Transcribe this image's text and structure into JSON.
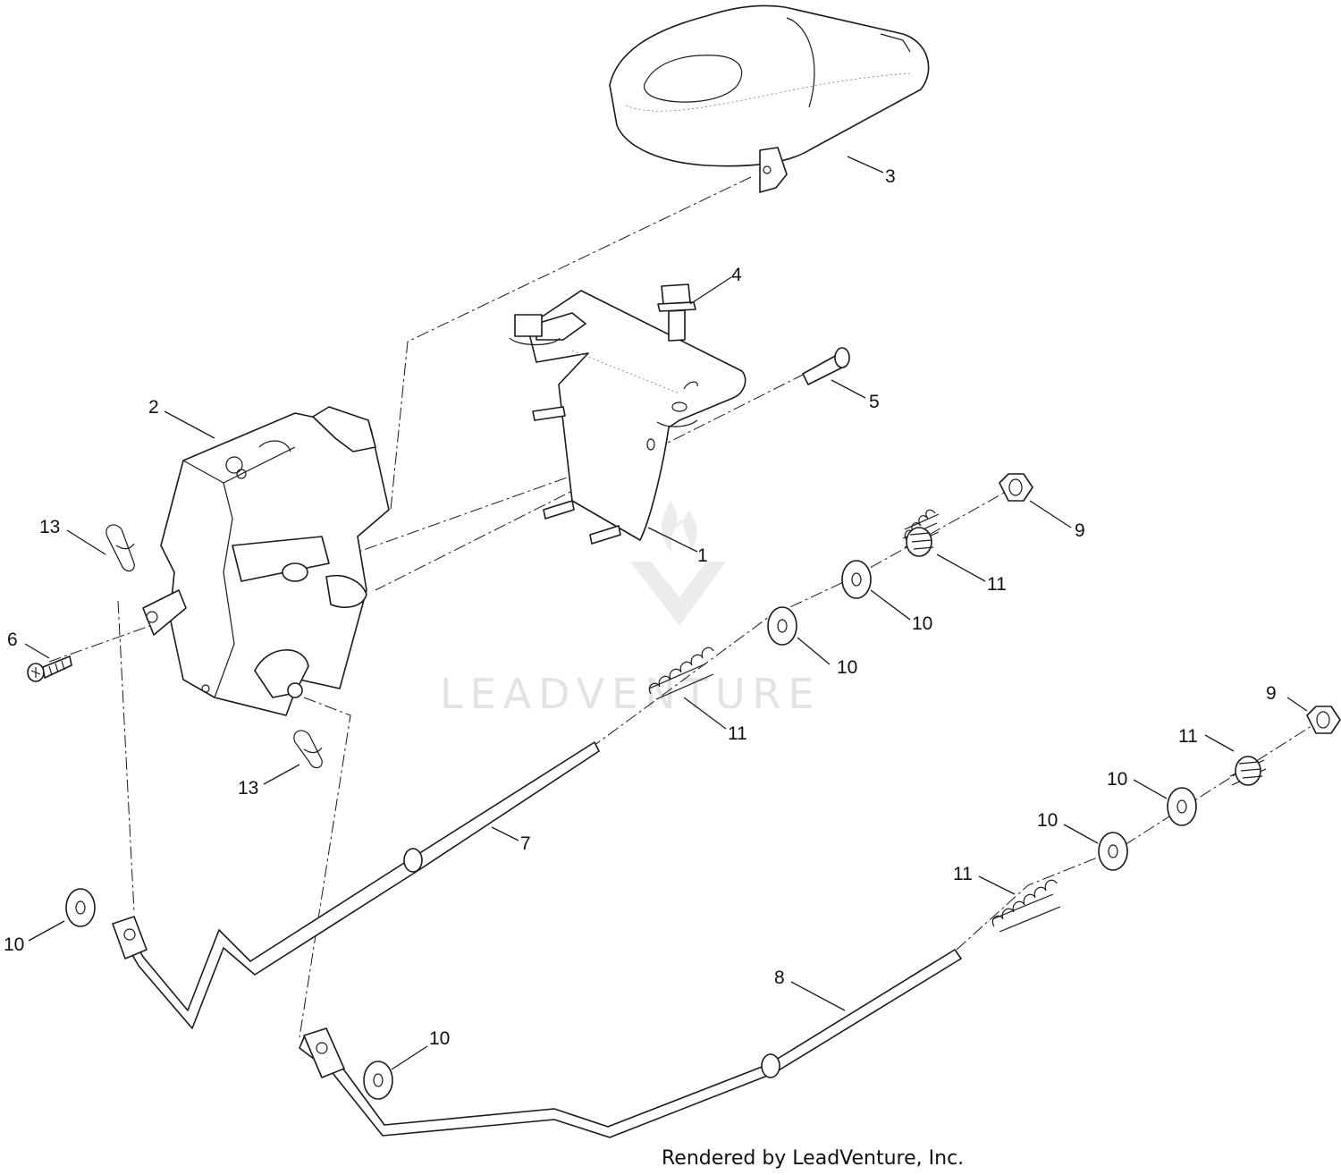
{
  "watermark": {
    "text": "LEADVENTURE"
  },
  "footer": {
    "credit": "Rendered by LeadVenture, Inc."
  },
  "callouts": {
    "c1": "1",
    "c2": "2",
    "c3": "3",
    "c4": "4",
    "c5": "5",
    "c6": "6",
    "c7": "7",
    "c8": "8",
    "c9a": "9",
    "c9b": "9",
    "c10a": "10",
    "c10b": "10",
    "c10c": "10",
    "c10d": "10",
    "c10e": "10",
    "c10f": "10",
    "c11a": "11",
    "c11b": "11",
    "c11c": "11",
    "c11d": "11",
    "c13a": "13",
    "c13b": "13"
  }
}
